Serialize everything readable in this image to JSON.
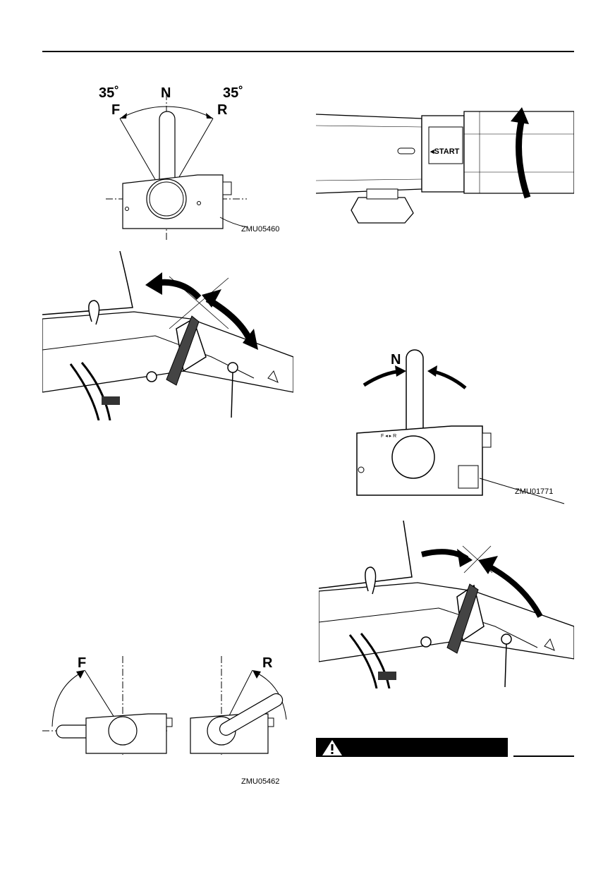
{
  "fig1": {
    "angle_left": "35˚",
    "angle_right": "35˚",
    "label_n": "N",
    "label_f": "F",
    "label_r": "R",
    "code": "ZMU05460"
  },
  "fig2": {
    "start_label": "◂START"
  },
  "fig4": {
    "label_n": "N",
    "code": "ZMU01771",
    "plate_label": "F ◂  ▸ R"
  },
  "fig6": {
    "label_f": "F",
    "label_r": "R",
    "code": "ZMU05462"
  }
}
